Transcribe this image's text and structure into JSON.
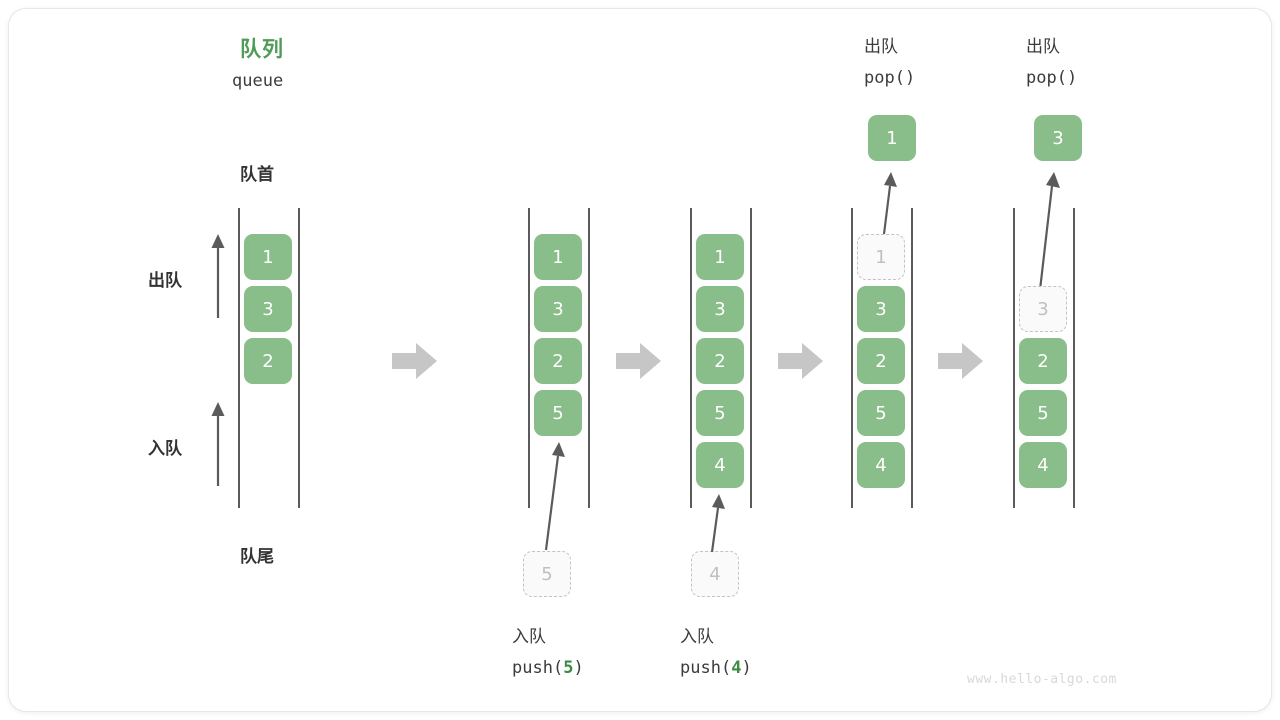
{
  "diagram": {
    "title_cn": "队列",
    "title_en": "queue",
    "front_label": "队首",
    "rear_label": "队尾",
    "dequeue_label": "出队",
    "enqueue_label": "入队",
    "watermark": "www.hello-algo.com",
    "colors": {
      "element_fill": "#89bd89",
      "element_text": "#ffffff",
      "ghost_fill": "#fafafa",
      "ghost_border": "#c3c3c3",
      "ghost_text": "#c0c0c0",
      "title_green": "#4e9c58",
      "code_green": "#3d8b42",
      "rail": "#5b5b5b",
      "arrow": "#5b5b5b",
      "transition_arrow": "#c6c6c6",
      "card_border": "#e8e8e8"
    }
  },
  "chart_data": {
    "type": "diagram",
    "title": "队列 queue",
    "description": "Queue operations: push and pop shown as five successive states",
    "stages": [
      {
        "id": "initial",
        "caption_cn": "",
        "caption_code": "",
        "items": [
          "1",
          "3",
          "2"
        ],
        "ghost_index": -1,
        "incoming": null,
        "outgoing": null
      },
      {
        "id": "push-5",
        "caption_cn": "入队",
        "caption_code": "push(5)",
        "caption_code_prefix": "push(",
        "caption_code_value": "5",
        "caption_code_suffix": ")",
        "items": [
          "1",
          "3",
          "2",
          "5"
        ],
        "ghost_index": -1,
        "incoming": "5",
        "outgoing": null
      },
      {
        "id": "push-4",
        "caption_cn": "入队",
        "caption_code": "push(4)",
        "caption_code_prefix": "push(",
        "caption_code_value": "4",
        "caption_code_suffix": ")",
        "items": [
          "1",
          "3",
          "2",
          "5",
          "4"
        ],
        "ghost_index": -1,
        "incoming": "4",
        "outgoing": null
      },
      {
        "id": "pop-1",
        "caption_cn": "出队",
        "caption_code": "pop()",
        "caption_code_prefix": "pop(",
        "caption_code_value": "",
        "caption_code_suffix": ")",
        "items": [
          "1",
          "3",
          "2",
          "5",
          "4"
        ],
        "ghost_index": 0,
        "incoming": null,
        "outgoing": "1"
      },
      {
        "id": "pop-3",
        "caption_cn": "出队",
        "caption_code": "pop()",
        "caption_code_prefix": "pop(",
        "caption_code_value": "",
        "caption_code_suffix": ")",
        "items": [
          "3",
          "2",
          "5",
          "4"
        ],
        "ghost_index": 0,
        "incoming": null,
        "outgoing": "3"
      }
    ]
  },
  "stage1": {
    "b0": "1",
    "b1": "3",
    "b2": "2"
  },
  "stage2": {
    "b0": "1",
    "b1": "3",
    "b2": "2",
    "b3": "5",
    "incoming": "5",
    "cn": "入队",
    "code_prefix": "push(",
    "code_value": "5",
    "code_suffix": ")"
  },
  "stage3": {
    "b0": "1",
    "b1": "3",
    "b2": "2",
    "b3": "5",
    "b4": "4",
    "incoming": "4",
    "cn": "入队",
    "code_prefix": "push(",
    "code_value": "4",
    "code_suffix": ")"
  },
  "stage4": {
    "ghost": "1",
    "b1": "3",
    "b2": "2",
    "b3": "5",
    "b4": "4",
    "outgoing": "1",
    "cn": "出队",
    "code_prefix": "pop(",
    "code_value": "",
    "code_suffix": ")"
  },
  "stage5": {
    "ghost": "3",
    "b2": "2",
    "b3": "5",
    "b4": "4",
    "outgoing": "3",
    "cn": "出队",
    "code_prefix": "pop(",
    "code_value": "",
    "code_suffix": ")"
  }
}
